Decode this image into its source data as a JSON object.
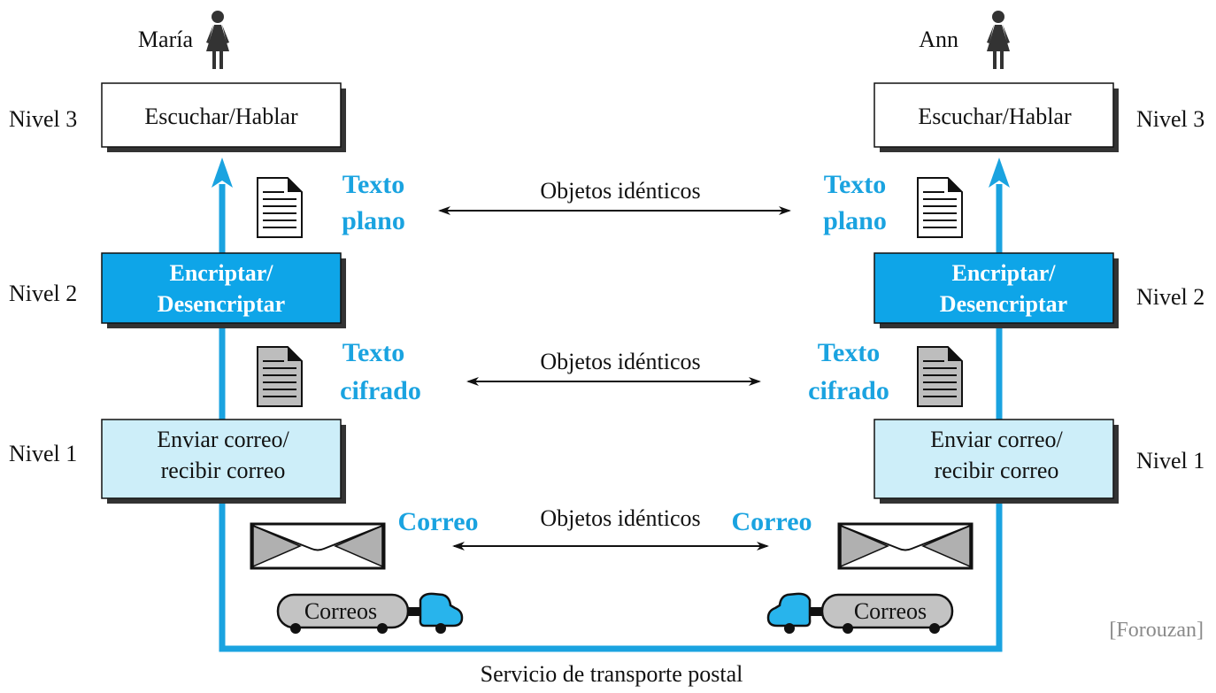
{
  "colors": {
    "accent": "#1aa3e0",
    "level2_fill": "#0ea5e8",
    "level1_fill": "#cdeef9",
    "line": "#111111",
    "truck_body": "#c3c3c3",
    "doc_gray": "#bdbdbd"
  },
  "left": {
    "person": "María",
    "level3": {
      "label": "Nivel 3",
      "box": "Escuchar/Hablar"
    },
    "plain": {
      "line1": "Texto",
      "line2": "plano"
    },
    "level2": {
      "label": "Nivel 2",
      "line1": "Encriptar/",
      "line2": "Desencriptar"
    },
    "cipher": {
      "line1": "Texto",
      "line2": "cifrado"
    },
    "level1": {
      "label": "Nivel 1",
      "line1": "Enviar correo/",
      "line2": "recibir correo"
    },
    "mail": "Correo",
    "truck": "Correos"
  },
  "right": {
    "person": "Ann",
    "level3": {
      "label": "Nivel 3",
      "box": "Escuchar/Hablar"
    },
    "plain": {
      "line1": "Texto",
      "line2": "plano"
    },
    "level2": {
      "label": "Nivel 2",
      "line1": "Encriptar/",
      "line2": "Desencriptar"
    },
    "cipher": {
      "line1": "Texto",
      "line2": "cifrado"
    },
    "level1": {
      "label": "Nivel 1",
      "line1": "Enviar correo/",
      "line2": "recibir correo"
    },
    "mail": "Correo",
    "truck": "Correos"
  },
  "identical_objects": [
    "Objetos idénticos",
    "Objetos idénticos",
    "Objetos idénticos"
  ],
  "bottom_label": "Servicio de transporte postal",
  "credit": "[Forouzan]"
}
